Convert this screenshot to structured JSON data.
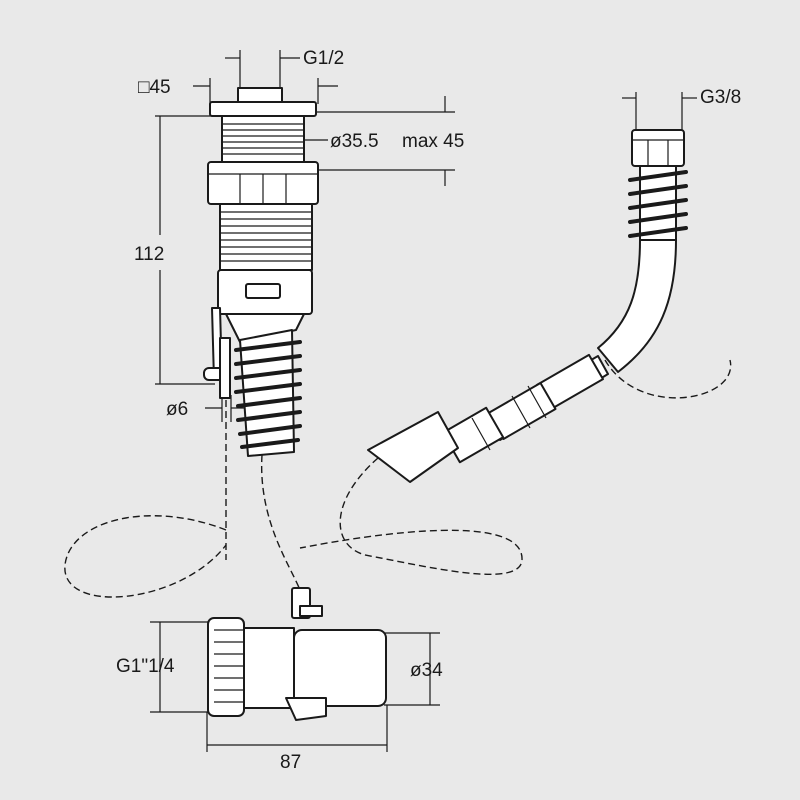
{
  "labels": {
    "square_size": "□45",
    "top_thread": "G1/2",
    "shaft_diameter": "ø35.5",
    "max_thickness": "max 45",
    "height": "112",
    "rod_diameter": "ø6",
    "hose_thread": "G3/8",
    "waste_thread": "G1\"1/4",
    "outlet_diameter": "ø34",
    "body_length": "87"
  }
}
